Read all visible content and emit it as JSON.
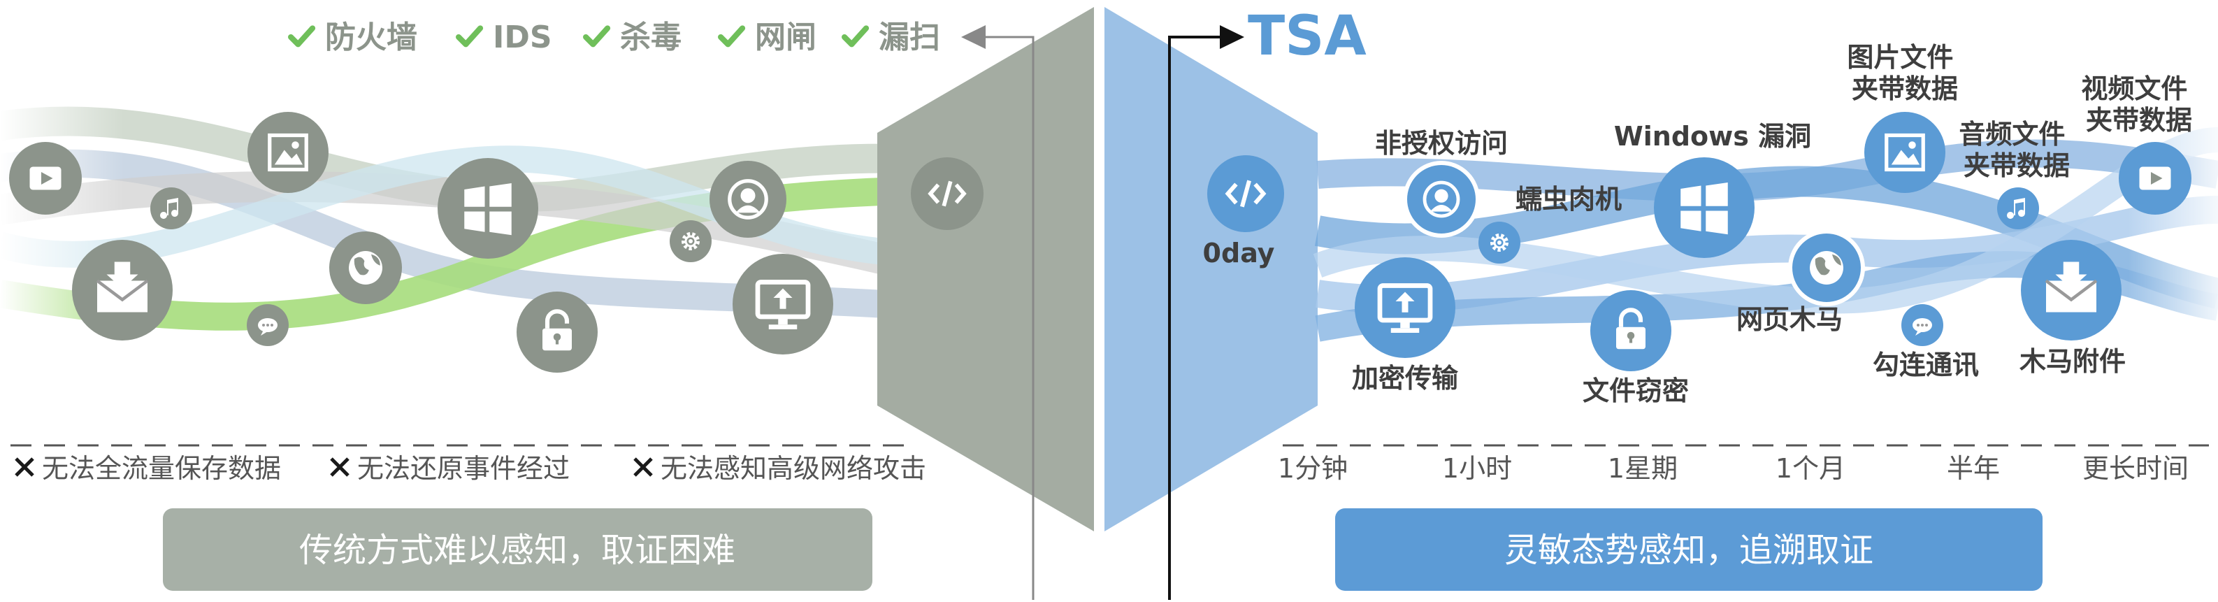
{
  "legacy": {
    "devices": [
      {
        "label": "防火墙"
      },
      {
        "label": "IDS"
      },
      {
        "label": "杀毒"
      },
      {
        "label": "网闸"
      },
      {
        "label": "漏扫"
      }
    ],
    "failures": [
      "无法全流量保存数据",
      "无法还原事件经过",
      "无法感知高级网络攻击"
    ],
    "caption": "传统方式难以感知，取证困难"
  },
  "tsa": {
    "title": "TSA",
    "threats": {
      "zeroday": "0day",
      "unauth_access": "非授权访问",
      "worm": "蠕虫肉机",
      "windows_vuln": "Windows 漏洞",
      "image_file": "图片文件\n夹带数据",
      "audio_file": "音频文件\n夹带数据",
      "video_file": "视频文件\n夹带数据",
      "encrypted_transfer": "加密传输",
      "file_theft": "文件窃密",
      "web_trojan": "网页木马",
      "collusion_comm": "勾连通讯",
      "trojan_attachment": "木马附件"
    },
    "timeline": [
      "1分钟",
      "1小时",
      "1星期",
      "1个月",
      "半年",
      "更长时间"
    ],
    "caption": "灵敏态势感知，追溯取证"
  },
  "colors": {
    "legacy_gray": "#8c948b",
    "legacy_panel": "#a4aca2",
    "legacy_caption_bg": "#a7b0a7",
    "legacy_check": "#6fbf5a",
    "tsa_blue": "#5b9bd5",
    "tsa_panel": "#9cc1e6",
    "tsa_caption_bg": "#5c9bd6",
    "green_stream": "#a6dd7c",
    "label_dark": "#3e3e3e"
  },
  "icons": {
    "legacy": [
      "play-icon",
      "music-icon",
      "picture-icon",
      "email-icon",
      "globe-icon",
      "chat-icon",
      "windows-icon",
      "lock-icon",
      "user-icon",
      "gear-icon",
      "upload-icon",
      "code-icon"
    ],
    "tsa": [
      "code-icon",
      "user-icon",
      "gear-icon",
      "upload-icon",
      "lock-icon",
      "windows-icon",
      "globe-icon",
      "chat-icon",
      "picture-icon",
      "music-icon",
      "email-icon",
      "play-icon"
    ]
  }
}
